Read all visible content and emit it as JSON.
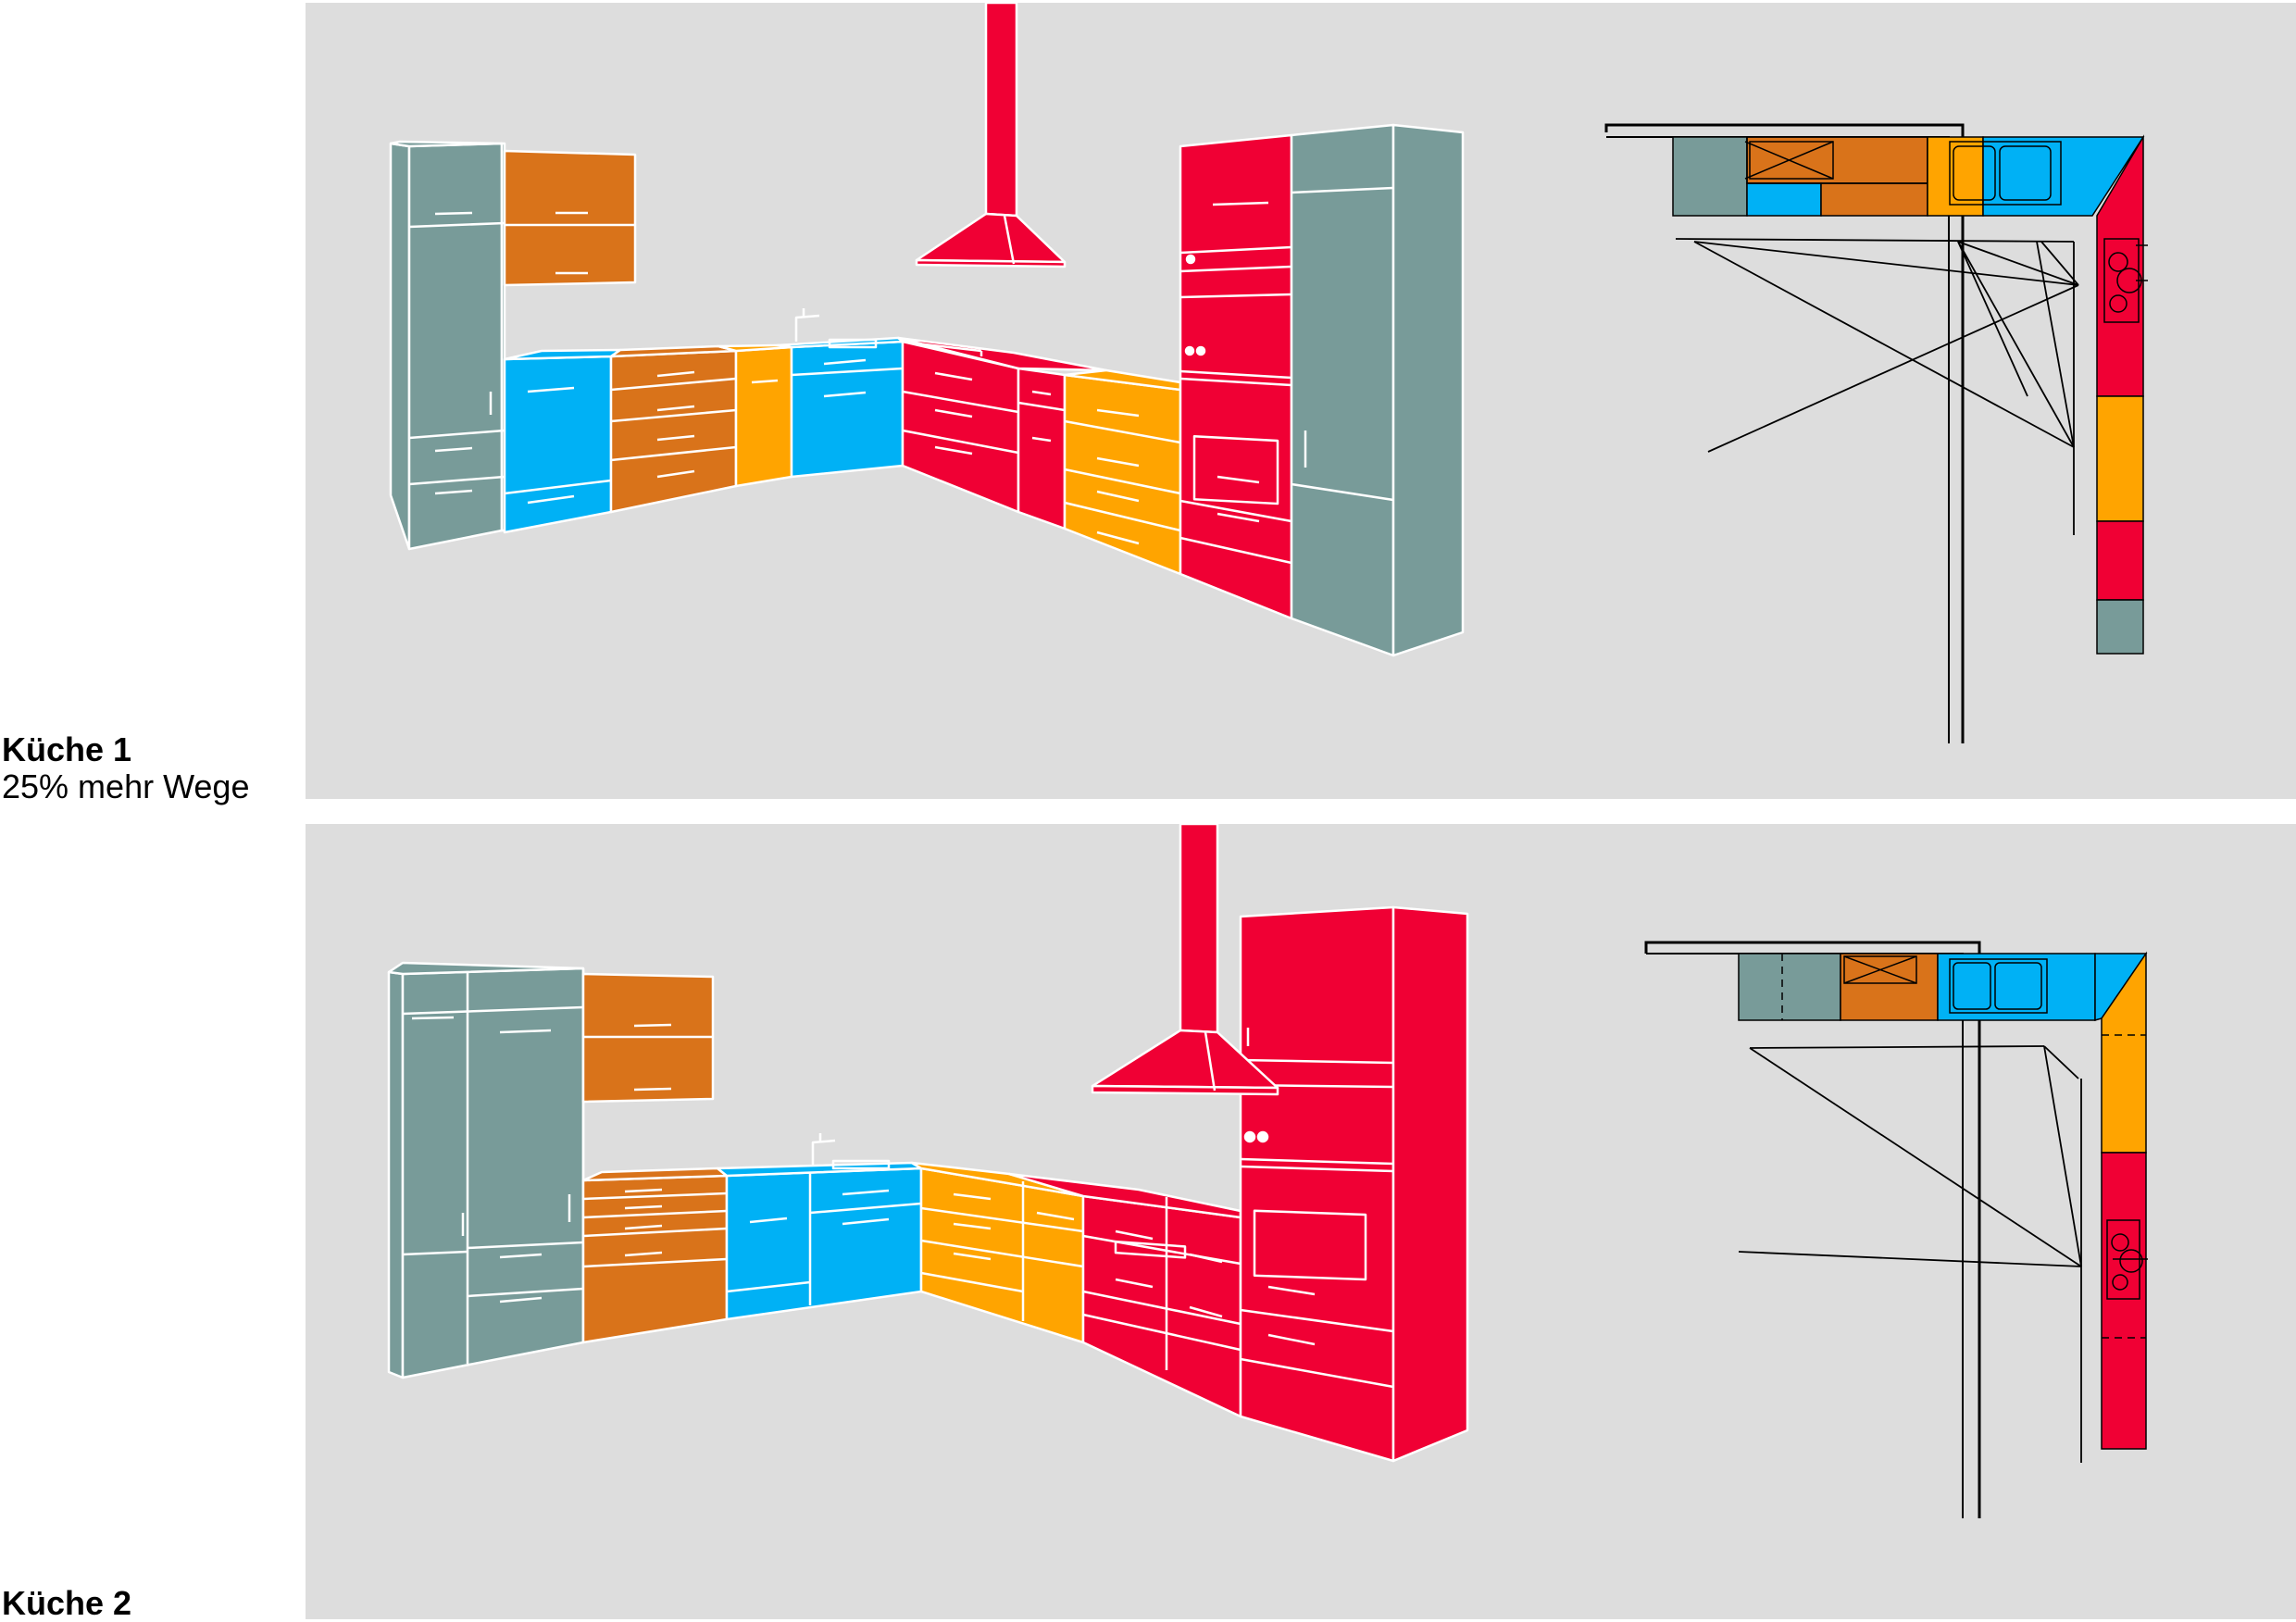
{
  "colors": {
    "grey_green": "#789b99",
    "orange": "#d9731a",
    "blue": "#00b1f5",
    "yellow": "#ffa400",
    "red": "#f00034",
    "background": "#dddddd"
  },
  "kitchens": [
    {
      "title": "Küche 1",
      "subtitle": "25% mehr Wege"
    },
    {
      "title": "Küche 2",
      "subtitle": ""
    }
  ]
}
